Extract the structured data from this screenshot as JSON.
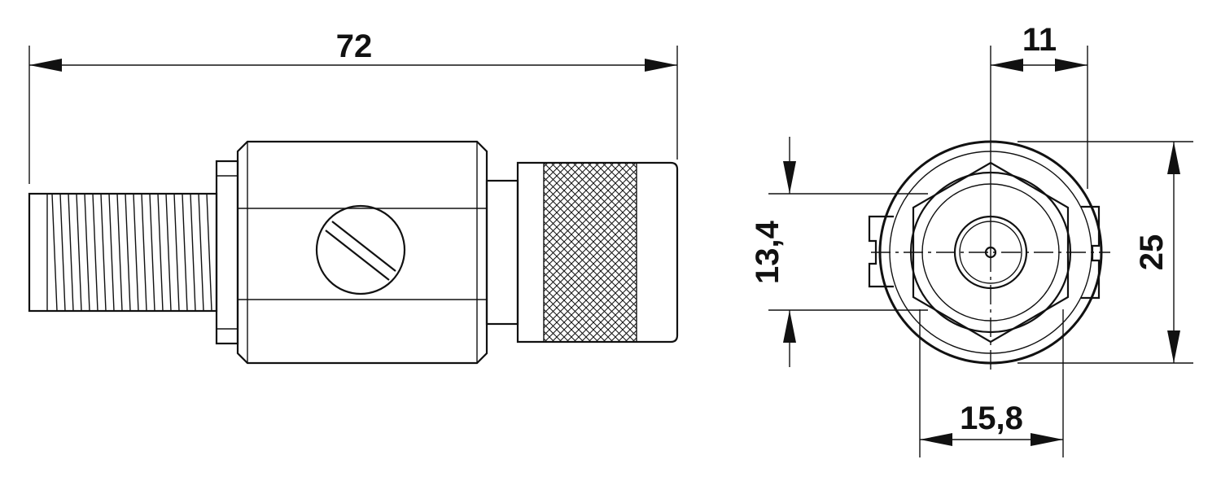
{
  "dimensions": {
    "overall_length": "72",
    "front_width_top": "11",
    "front_height_inner": "13,4",
    "front_height_outer": "25",
    "front_width_bottom": "15,8"
  },
  "colors": {
    "line": "#111111",
    "background": "#ffffff"
  }
}
